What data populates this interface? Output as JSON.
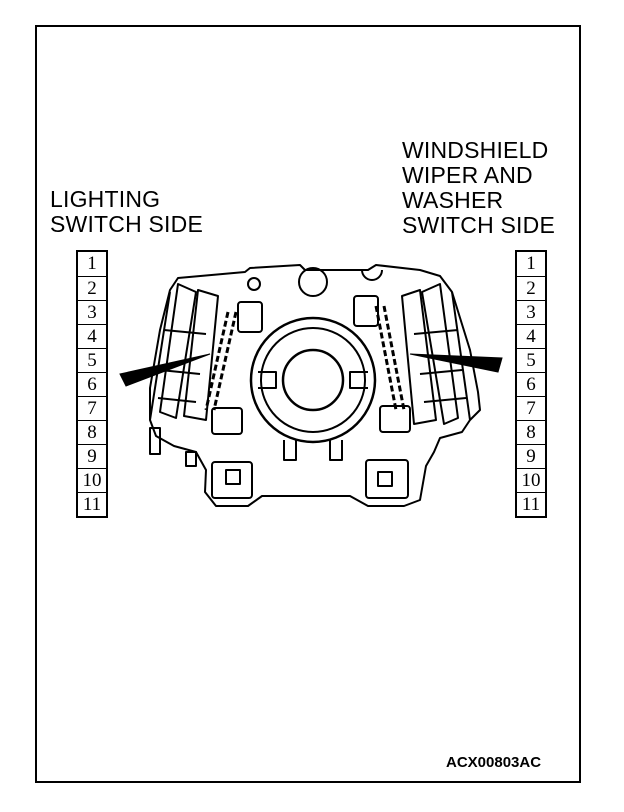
{
  "left_label": {
    "lines": [
      "LIGHTING",
      "SWITCH SIDE"
    ]
  },
  "right_label": {
    "lines": [
      "WINDSHIELD",
      "WIPER AND",
      "WASHER",
      "SWITCH SIDE"
    ]
  },
  "left_pins": [
    "1",
    "2",
    "3",
    "4",
    "5",
    "6",
    "7",
    "8",
    "9",
    "10",
    "11"
  ],
  "right_pins": [
    "1",
    "2",
    "3",
    "4",
    "5",
    "6",
    "7",
    "8",
    "9",
    "10",
    "11"
  ],
  "figure_code": "ACX00803AC",
  "icons": {
    "component": "combination-switch-connector-icon",
    "pointer": "arrow-pointer-icon"
  },
  "colors": {
    "line": "#000000",
    "background": "#ffffff"
  }
}
